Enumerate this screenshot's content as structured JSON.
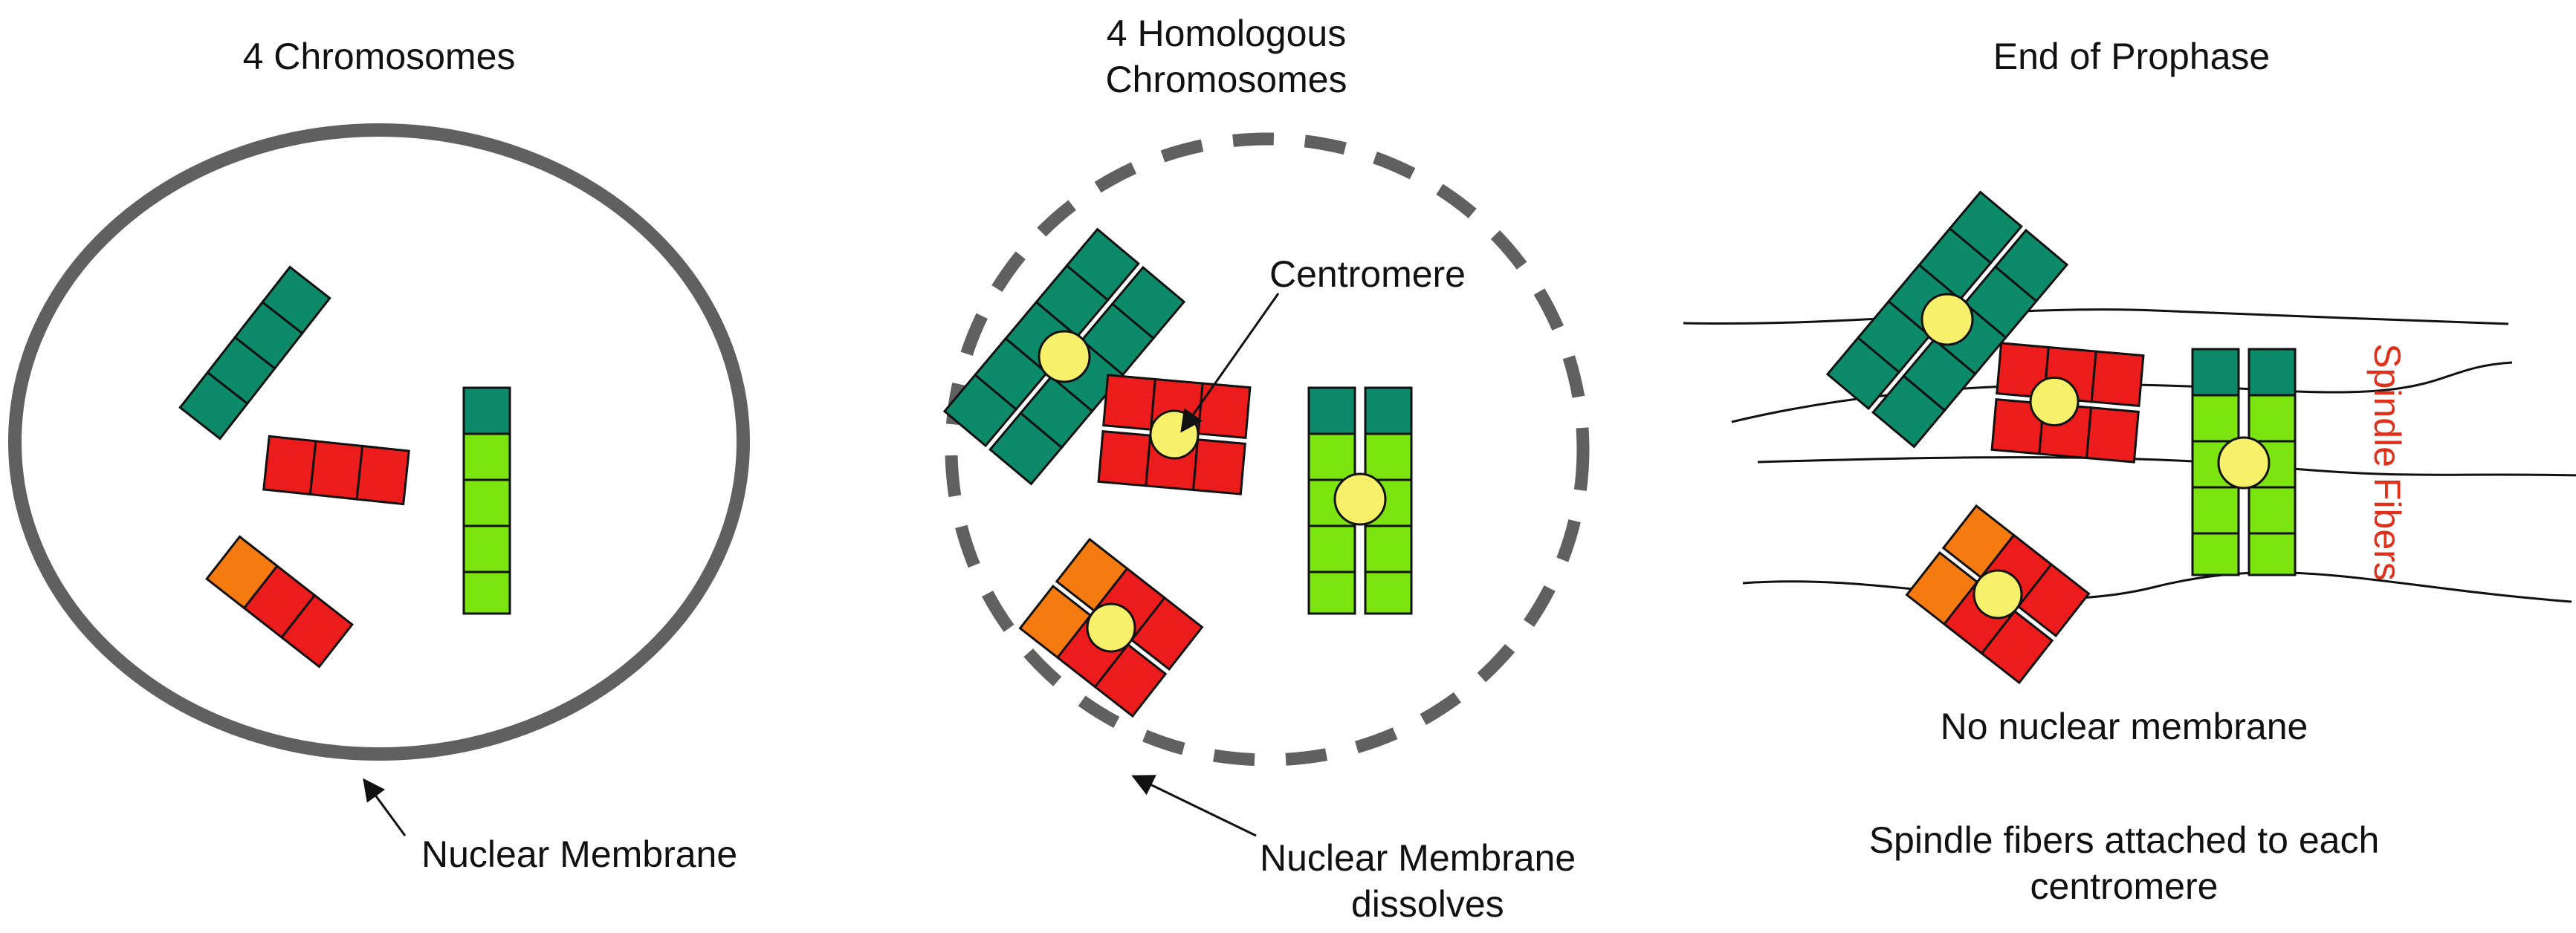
{
  "panels": {
    "left": {
      "title": "4 Chromosomes",
      "note": "Nuclear Membrane"
    },
    "middle": {
      "title_line1": "4 Homologous",
      "title_line2": "Chromosomes",
      "centromere_label": "Centromere",
      "note_line1": "Nuclear Membrane",
      "note_line2": "dissolves"
    },
    "right": {
      "title": "End of Prophase",
      "spindle_label": "Spindle Fibers",
      "note1": "No nuclear membrane",
      "note2_line1": "Spindle fibers attached to each",
      "note2_line2": "centromere"
    }
  },
  "colors": {
    "dark_green": "#0d8a6a",
    "red": "#ec1c1c",
    "orange": "#f57a10",
    "light_green": "#7ce40e",
    "centromere_yellow": "#f7f06a",
    "membrane_gray": "#606060",
    "spindle_label_red": "#e0301c"
  }
}
